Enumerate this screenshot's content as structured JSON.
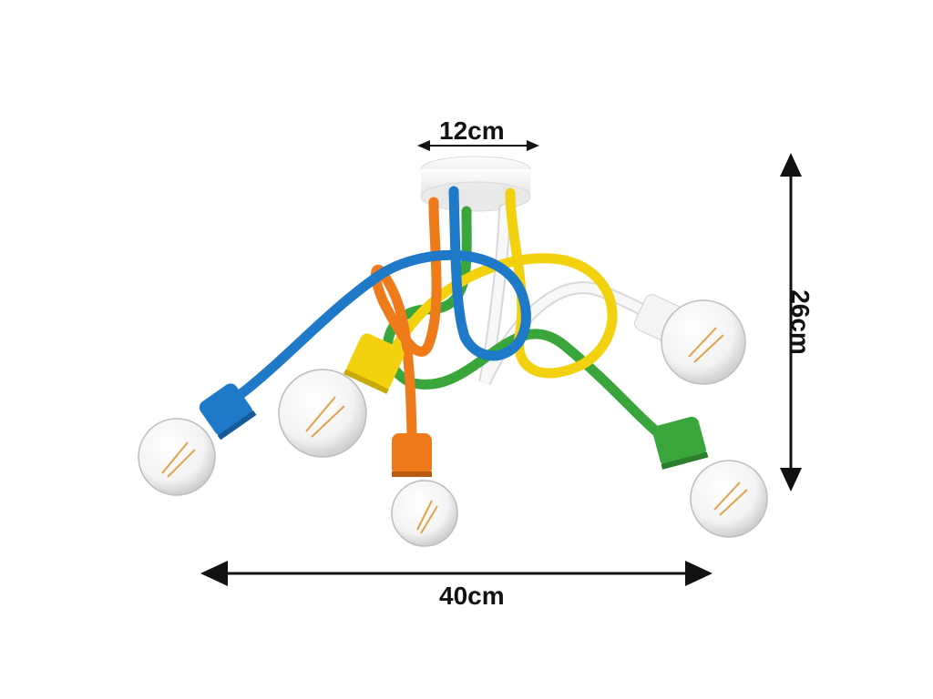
{
  "dimensions": {
    "canopy_width": "12cm",
    "total_width": "40cm",
    "total_height": "26cm"
  },
  "colors": {
    "background": "#ffffff",
    "arrow": "#111111",
    "arm_blue": "#1e7ac8",
    "arm_orange": "#ef7a1a",
    "arm_yellow": "#f2d20e",
    "arm_green": "#3aa53a",
    "arm_white": "#f4f4f4",
    "canopy": "#f7f7f7"
  }
}
